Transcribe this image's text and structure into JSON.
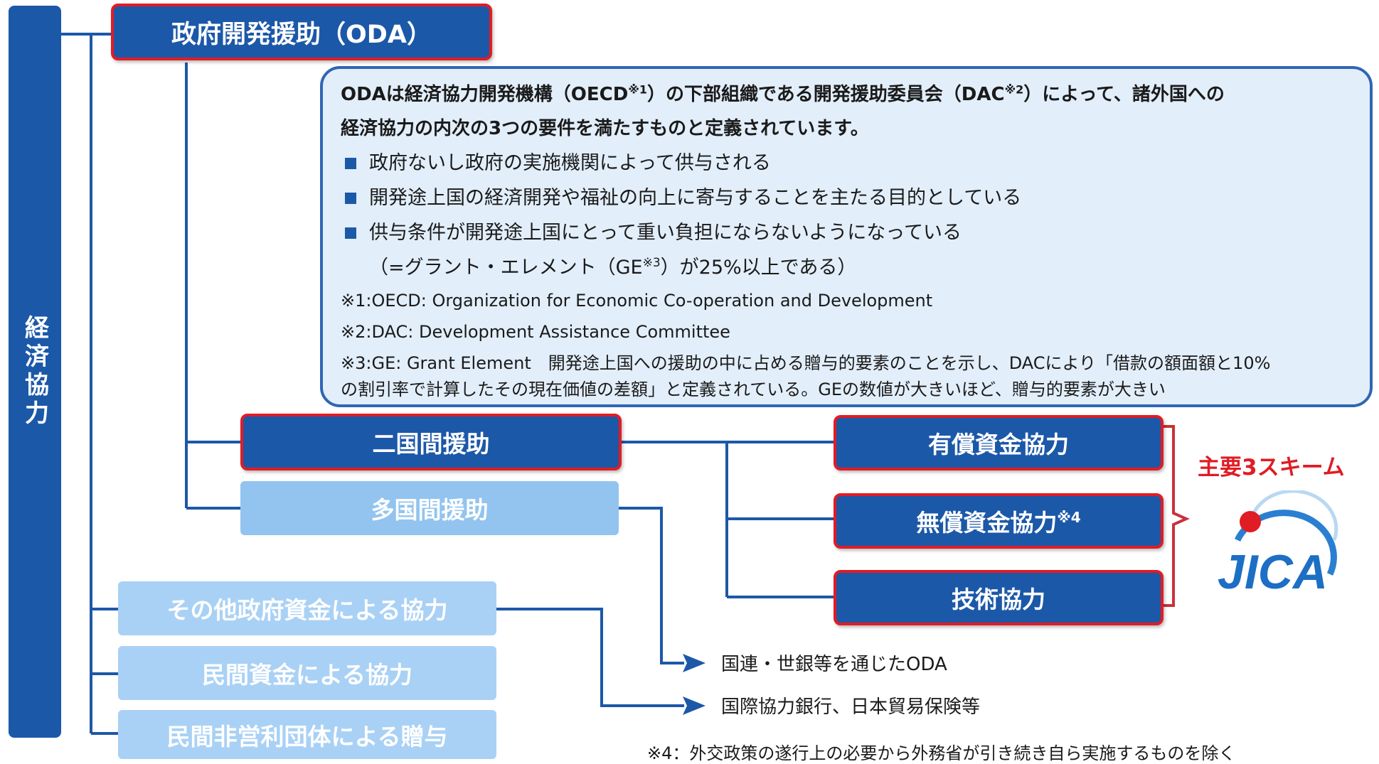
{
  "left_label": "経済協力",
  "oda_title": "政府開発援助（ODA）",
  "definition": {
    "intro_part1": "ODAは経済協力開発機構（OECD",
    "intro_sup1": "※1",
    "intro_part2": "）の下部組織である開発援助委員会（DAC",
    "intro_sup2": "※2",
    "intro_part3": "）によって、諸外国への",
    "intro_line2": "経済協力の内次の3つの要件を満たすものと定義されています。",
    "criteria": [
      "政府ないし政府の実施機関によって供与される",
      "開発途上国の経済開発や福祉の向上に寄与することを主たる目的としている",
      "供与条件が開発途上国にとって重い負担にならないようになっている"
    ],
    "criteria3_sub_a": "（=グラント・エレメント（GE",
    "criteria3_sub_sup": "※3",
    "criteria3_sub_b": "）が25%以上である）",
    "notes": [
      "※1:OECD: Organization for Economic Co-operation and Development",
      "※2:DAC: Development Assistance Committee",
      "※3:GE: Grant Element　開発途上国への援助の中に占める贈与的要素のことを示し、DACにより「借款の額面額と10%",
      "の割引率で計算したその現在価値の差額」と定義されている。GEの数値が大きいほど、贈与的要素が大きい"
    ]
  },
  "bilateral": "二国間援助",
  "multilateral": "多国間援助",
  "schemes": {
    "loan": "有償資金協力",
    "grant": "無償資金協力",
    "grant_sup": "※4",
    "technical": "技術協力"
  },
  "main3_label": "主要3スキーム",
  "jica_logo_text": "JICA",
  "other_gov": "その他政府資金による協力",
  "private_funds": "民間資金による協力",
  "nonprofit": "民間非営利団体による贈与",
  "out_un": "国連・世銀等を通じたODA",
  "out_jbic": "国際協力銀行、日本貿易保険等",
  "footnote4": "※4：外交政策の遂行上の必要から外務省が引き続き自ら実施するものを除く",
  "colors": {
    "dark_blue": "#1c58a8",
    "light_blue": "#92c4ef",
    "red": "#e01c24",
    "def_bg": "#e2eefa"
  }
}
